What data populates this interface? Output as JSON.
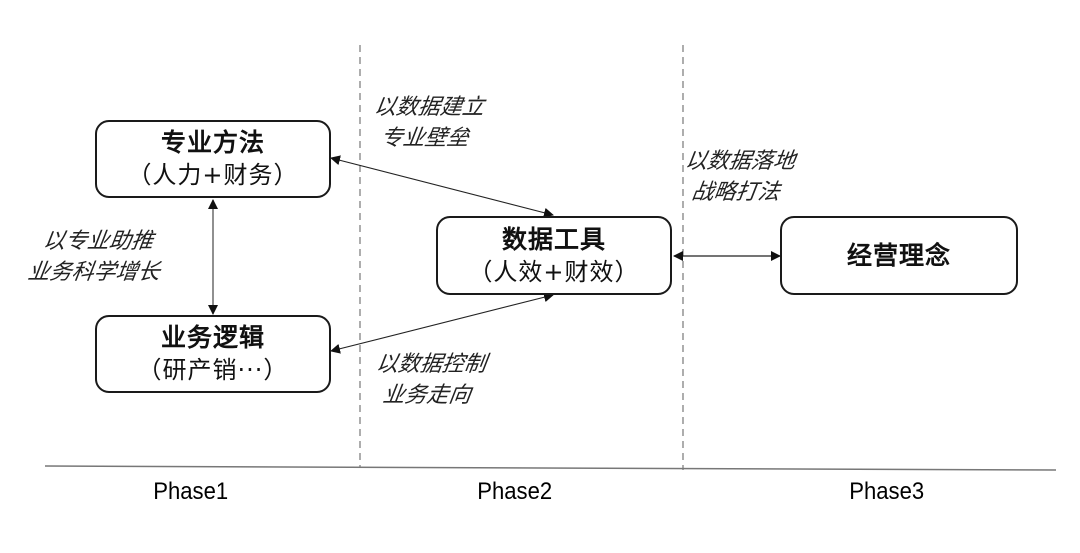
{
  "boxes": {
    "professional_method": {
      "title": "专业方法",
      "sub": "（人力+财务）"
    },
    "business_logic": {
      "title": "业务逻辑",
      "sub": "（研产销···）"
    },
    "data_tool": {
      "title": "数据工具",
      "sub": "（人效+财效）"
    },
    "business_philosophy": {
      "title": "经营理念"
    }
  },
  "notes": {
    "pro_to_business": [
      "以专业助推",
      "业务科学增长"
    ],
    "data_builds_barrier": [
      "以数据建立",
      "专业壁垒"
    ],
    "data_controls_direction": [
      "以数据控制",
      "业务走向"
    ],
    "data_lands_strategy": [
      "以数据落地",
      "战略打法"
    ]
  },
  "phases": [
    "Phase1",
    "Phase2",
    "Phase3"
  ]
}
